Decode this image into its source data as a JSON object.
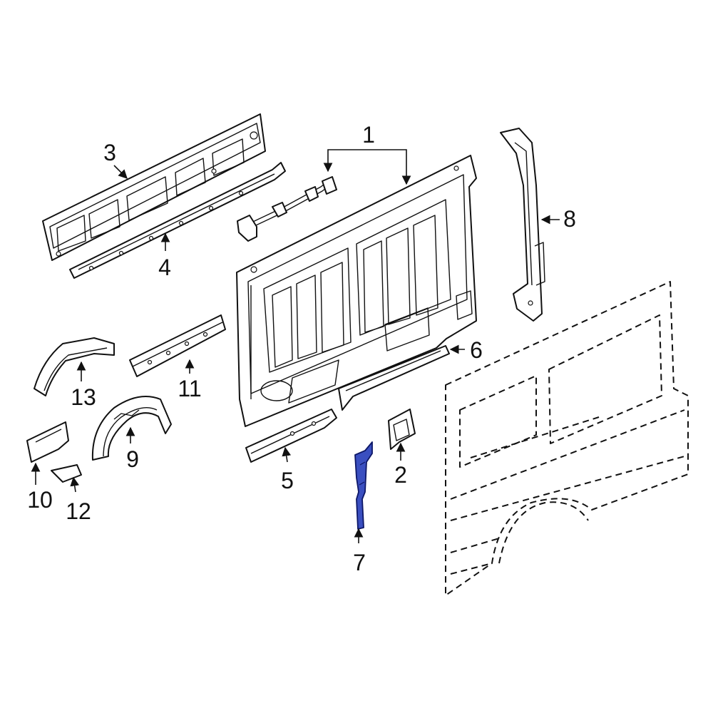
{
  "callouts": [
    {
      "id": "1",
      "label": "1"
    },
    {
      "id": "2",
      "label": "2"
    },
    {
      "id": "3",
      "label": "3"
    },
    {
      "id": "4",
      "label": "4"
    },
    {
      "id": "5",
      "label": "5"
    },
    {
      "id": "6",
      "label": "6"
    },
    {
      "id": "7",
      "label": "7"
    },
    {
      "id": "8",
      "label": "8"
    },
    {
      "id": "9",
      "label": "9"
    },
    {
      "id": "10",
      "label": "10"
    },
    {
      "id": "11",
      "label": "11"
    },
    {
      "id": "12",
      "label": "12"
    },
    {
      "id": "13",
      "label": "13"
    }
  ],
  "highlighted_part": "7",
  "colors": {
    "line": "#111111",
    "background": "#ffffff",
    "highlight_fill": "#3a4fc0",
    "highlight_stroke": "#0d1766"
  }
}
